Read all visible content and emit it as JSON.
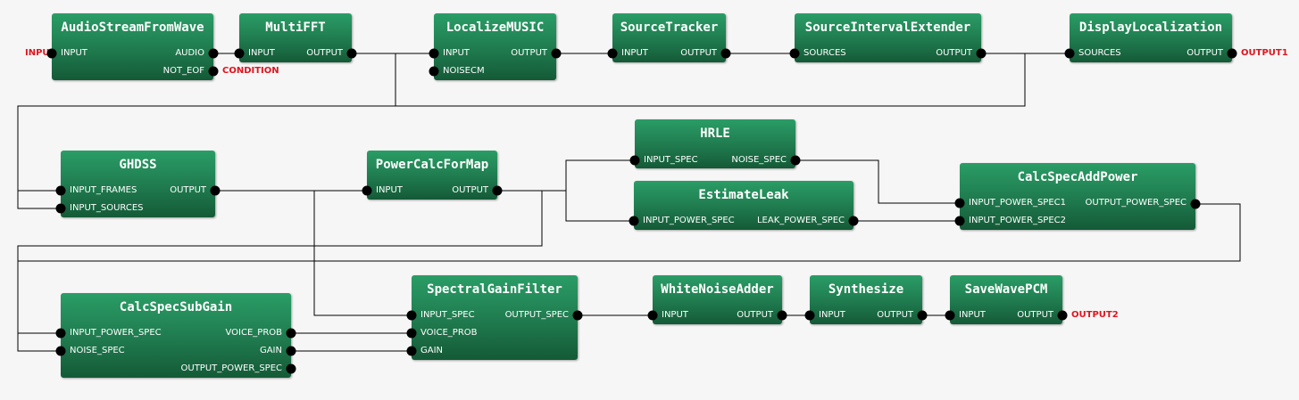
{
  "nodes": {
    "audiostream": {
      "title": "AudioStreamFromWave",
      "inputs": [
        "INPUT"
      ],
      "outputs": [
        "AUDIO",
        "NOT_EOF"
      ]
    },
    "multifft": {
      "title": "MultiFFT",
      "inputs": [
        "INPUT"
      ],
      "outputs": [
        "OUTPUT"
      ]
    },
    "localizemusic": {
      "title": "LocalizeMUSIC",
      "inputs": [
        "INPUT",
        "NOISECM"
      ],
      "outputs": [
        "OUTPUT"
      ]
    },
    "sourcetracker": {
      "title": "SourceTracker",
      "inputs": [
        "INPUT"
      ],
      "outputs": [
        "OUTPUT"
      ]
    },
    "sourceinterval": {
      "title": "SourceIntervalExtender",
      "inputs": [
        "SOURCES"
      ],
      "outputs": [
        "OUTPUT"
      ]
    },
    "displaylocalization": {
      "title": "DisplayLocalization",
      "inputs": [
        "SOURCES"
      ],
      "outputs": [
        "OUTPUT"
      ]
    },
    "ghdss": {
      "title": "GHDSS",
      "inputs": [
        "INPUT_FRAMES",
        "INPUT_SOURCES"
      ],
      "outputs": [
        "OUTPUT"
      ]
    },
    "powercalc": {
      "title": "PowerCalcForMap",
      "inputs": [
        "INPUT"
      ],
      "outputs": [
        "OUTPUT"
      ]
    },
    "hrle": {
      "title": "HRLE",
      "inputs": [
        "INPUT_SPEC"
      ],
      "outputs": [
        "NOISE_SPEC"
      ]
    },
    "estimateleak": {
      "title": "EstimateLeak",
      "inputs": [
        "INPUT_POWER_SPEC"
      ],
      "outputs": [
        "LEAK_POWER_SPEC"
      ]
    },
    "calcspecadd": {
      "title": "CalcSpecAddPower",
      "inputs": [
        "INPUT_POWER_SPEC1",
        "INPUT_POWER_SPEC2"
      ],
      "outputs": [
        "OUTPUT_POWER_SPEC"
      ]
    },
    "calcspecsub": {
      "title": "CalcSpecSubGain",
      "inputs": [
        "INPUT_POWER_SPEC",
        "NOISE_SPEC"
      ],
      "outputs": [
        "VOICE_PROB",
        "GAIN",
        "OUTPUT_POWER_SPEC"
      ]
    },
    "spectralgain": {
      "title": "SpectralGainFilter",
      "inputs": [
        "INPUT_SPEC",
        "VOICE_PROB",
        "GAIN"
      ],
      "outputs": [
        "OUTPUT_SPEC"
      ]
    },
    "whitenoise": {
      "title": "WhiteNoiseAdder",
      "inputs": [
        "INPUT"
      ],
      "outputs": [
        "OUTPUT"
      ]
    },
    "synthesize": {
      "title": "Synthesize",
      "inputs": [
        "INPUT"
      ],
      "outputs": [
        "OUTPUT"
      ]
    },
    "savewave": {
      "title": "SaveWavePCM",
      "inputs": [
        "INPUT"
      ],
      "outputs": [
        "OUTPUT"
      ]
    }
  },
  "external_ports": {
    "input": "INPUT",
    "condition": "CONDITION",
    "output1": "OUTPUT1",
    "output2": "OUTPUT2"
  },
  "colors": {
    "node_top": "#2a9d66",
    "node_bottom": "#145a37",
    "wire": "#000000",
    "external_label": "#e0141e",
    "background": "#f6f6f6"
  }
}
